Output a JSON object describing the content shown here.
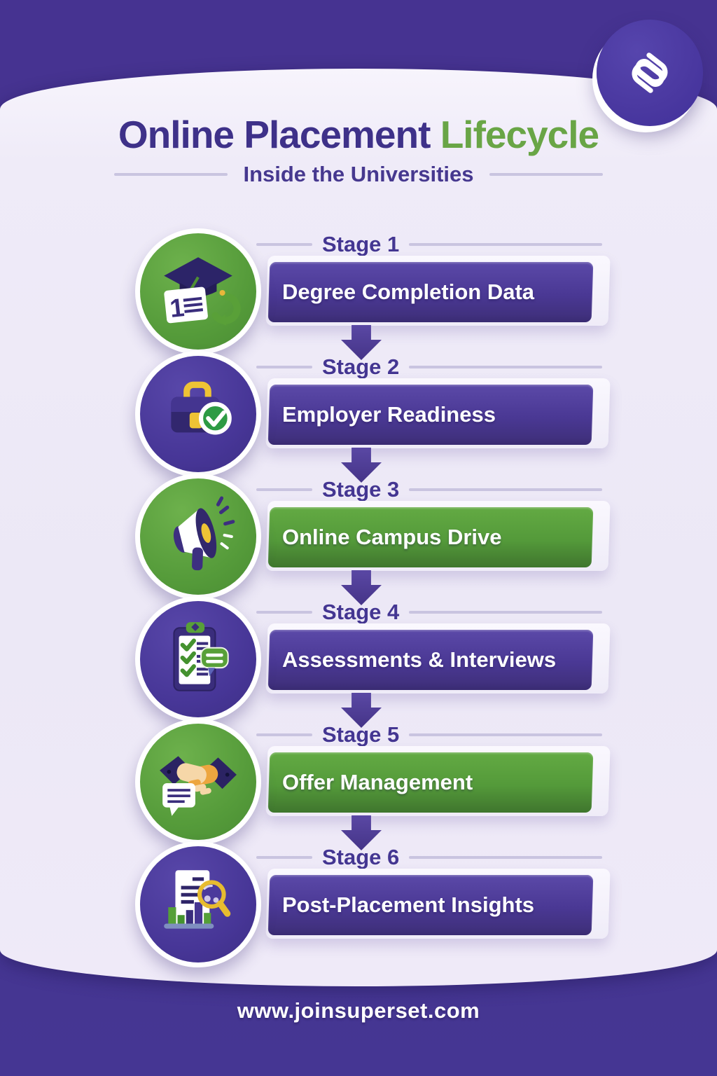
{
  "header": {
    "title_primary": "Online Placement",
    "title_accent": "Lifecycle",
    "subtitle": "Inside the Universities",
    "logo_icon": "superset-logo"
  },
  "colors": {
    "band_purple": "#46348f",
    "card_background": "#ece8f6",
    "bar_purple": "#4a3894",
    "bar_green": "#549a3a",
    "title_purple": "#3e3189",
    "title_green": "#69a546",
    "accent_yellow": "#e7bc2f",
    "text_white": "#ffffff"
  },
  "stages": [
    {
      "label": "Stage 1",
      "title": "Degree Completion Data",
      "variant": "purple",
      "circle": "green",
      "icon": "graduation-cap-icon"
    },
    {
      "label": "Stage 2",
      "title": "Employer Readiness",
      "variant": "purple",
      "circle": "purple",
      "icon": "briefcase-check-icon"
    },
    {
      "label": "Stage 3",
      "title": "Online Campus Drive",
      "variant": "green",
      "circle": "green",
      "icon": "megaphone-icon"
    },
    {
      "label": "Stage 4",
      "title": "Assessments & Interviews",
      "variant": "purple",
      "circle": "purple",
      "icon": "clipboard-checklist-icon"
    },
    {
      "label": "Stage 5",
      "title": "Offer Management",
      "variant": "green",
      "circle": "green",
      "icon": "handshake-icon"
    },
    {
      "label": "Stage 6",
      "title": "Post-Placement Insights",
      "variant": "purple",
      "circle": "purple",
      "icon": "document-analytics-icon"
    }
  ],
  "footer": {
    "url": "www.joinsuperset.com"
  }
}
